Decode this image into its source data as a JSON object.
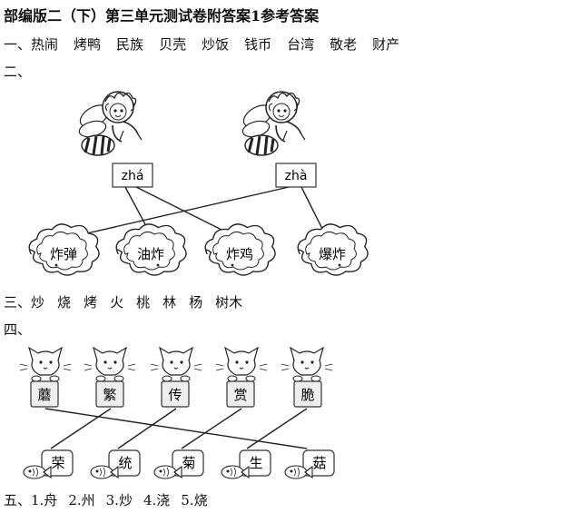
{
  "title": "部编版二（下）第三单元测试卷附答案1参考答案",
  "section1": {
    "prefix": "一、",
    "words": [
      "热闹",
      "烤鸭",
      "民族",
      "贝壳",
      "炒饭",
      "钱币",
      "台湾",
      "敬老",
      "财产"
    ]
  },
  "section2": {
    "prefix": "二、",
    "pinyin": [
      "zhá",
      "zhà"
    ],
    "words": [
      "炸弹",
      "油炸",
      "炸鸡",
      "爆炸"
    ]
  },
  "section3": {
    "prefix": "三、",
    "words": [
      "炒",
      "烧",
      "烤",
      "火",
      "桃",
      "林",
      "杨",
      "树木"
    ]
  },
  "section4": {
    "prefix": "四、",
    "top": [
      "蘑",
      "繁",
      "传",
      "赏",
      "脆"
    ],
    "bottom": [
      "荣",
      "统",
      "菊",
      "生",
      "菇"
    ]
  },
  "section5": {
    "prefix": "五、",
    "items": [
      "1.舟",
      "2.州",
      "3.炒",
      "4.浇",
      "5.烧"
    ]
  }
}
